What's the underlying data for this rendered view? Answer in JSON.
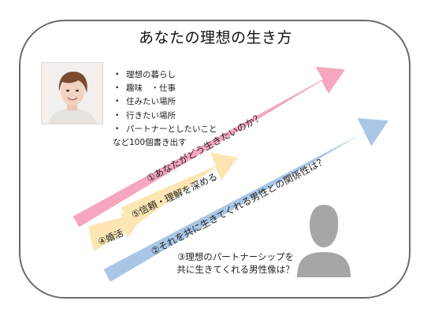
{
  "title": "あなたの理想の生き方",
  "bullets": [
    "理想の暮らし",
    "趣味　・仕事",
    "住みたい場所",
    "行きたい場所",
    "パートナーとしたいこと"
  ],
  "note": "など100個書き出す",
  "arrows": {
    "pink": {
      "label": "①あなたがどう生きたいのか？",
      "color": "#f6a6bd"
    },
    "blue": {
      "label": "②それを共に生きてくれる男性との関係性は？",
      "color": "#a9c6e6"
    },
    "yellow": {
      "label": "⑤信頼・理解を深める",
      "color": "#fde6b3"
    },
    "konkatsu": {
      "label": "④婚活",
      "color": "#fde6b3"
    }
  },
  "question": {
    "line1": "③理想のパートナーシップを",
    "line2": "共に生きてくれる男性像は？"
  },
  "colors": {
    "frame": "#6b6b6b",
    "silhouette": "#a6a6a6"
  },
  "icons": {
    "person": "person-silhouette-icon",
    "photo": "woman-portrait-photo"
  }
}
